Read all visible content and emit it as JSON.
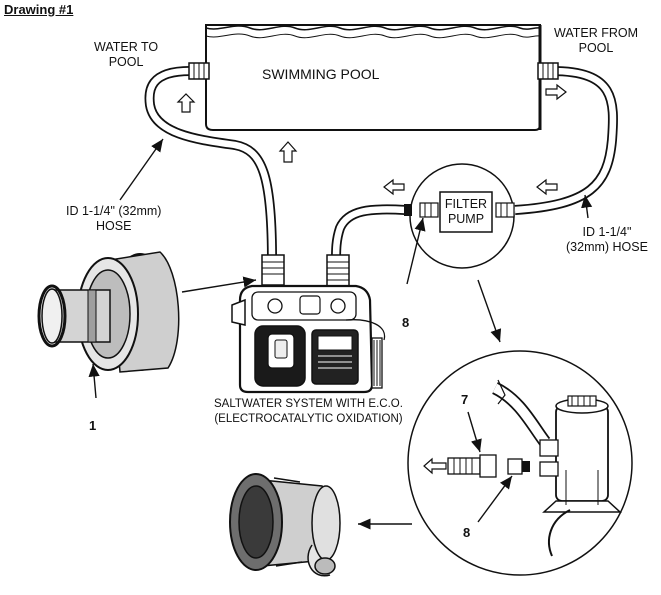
{
  "title": "Drawing #1",
  "pool": {
    "label": "SWIMMING POOL"
  },
  "water_to_pool": {
    "line1": "WATER TO",
    "line2": "POOL"
  },
  "water_from_pool": {
    "line1": "WATER FROM",
    "line2": "POOL"
  },
  "hose_left": {
    "line1": "ID 1-1/4\" (32mm)",
    "line2": "HOSE"
  },
  "hose_right": {
    "line1": "ID 1-1/4\"",
    "line2": "(32mm) HOSE"
  },
  "filter_pump": {
    "line1": "FILTER",
    "line2": "PUMP"
  },
  "saltwater": {
    "line1": "SALTWATER SYSTEM WITH E.C.O.",
    "line2": "(ELECTROCATALYTIC OXIDATION)"
  },
  "callouts": {
    "c1": "1",
    "c7": "7",
    "c8_upper": "8",
    "c8_lower": "8"
  }
}
